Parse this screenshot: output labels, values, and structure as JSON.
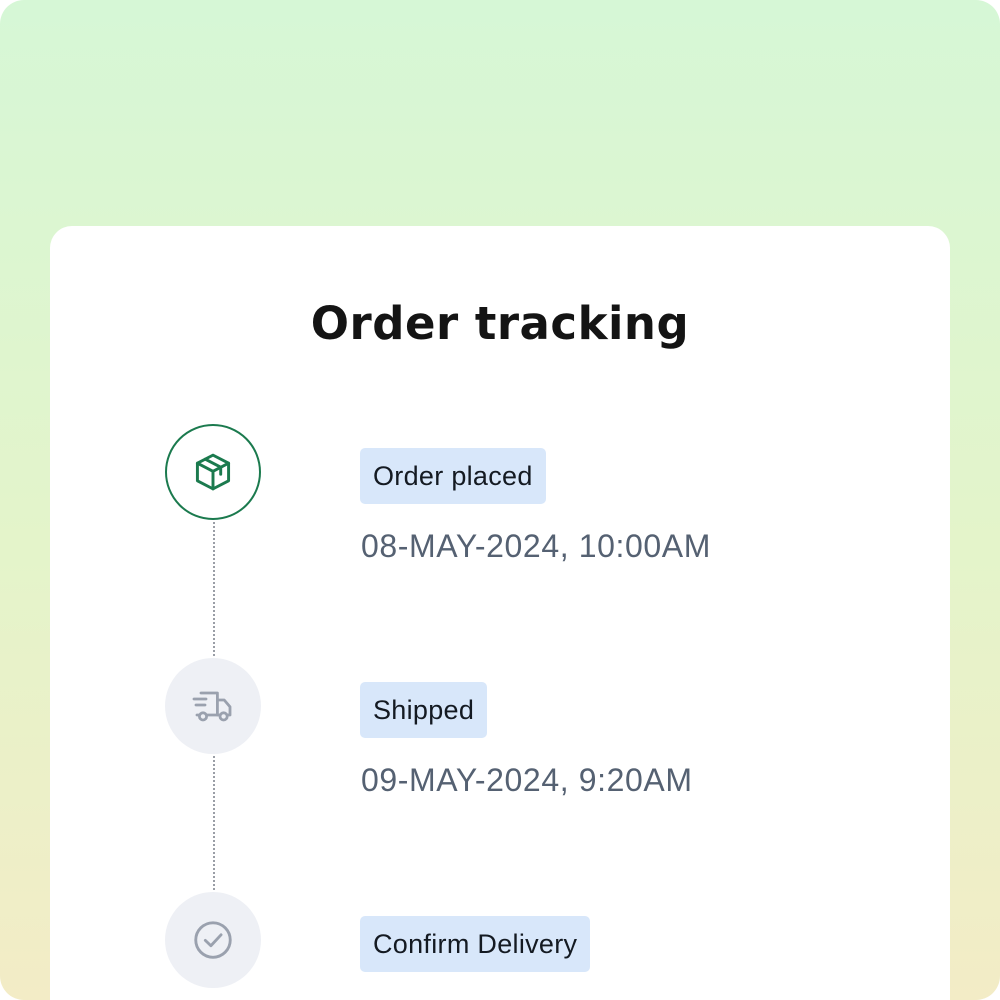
{
  "page": {
    "title": "Order tracking"
  },
  "steps": [
    {
      "label": "Order placed",
      "timestamp": "08-MAY-2024, 10:00AM",
      "icon": "package-box-icon",
      "status": "complete"
    },
    {
      "label": "Shipped",
      "timestamp": "09-MAY-2024, 9:20AM",
      "icon": "delivery-truck-icon",
      "status": "pending"
    },
    {
      "label": "Confirm Delivery",
      "icon": "check-circle-icon",
      "status": "pending"
    }
  ],
  "colors": {
    "active_green": "#1b7a4e",
    "inactive_icon": "#9aa1ae",
    "badge_bg": "#d8e7fa",
    "timestamp_text": "#556172"
  }
}
